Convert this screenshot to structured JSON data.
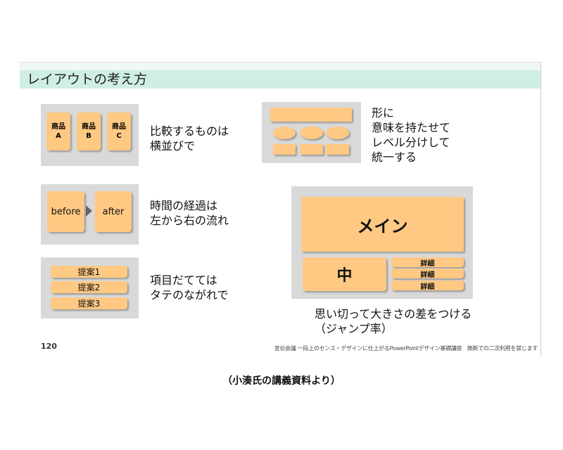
{
  "title": "レイアウトの考え方",
  "compare": {
    "cards": [
      "商品\nA",
      "商品\nB",
      "商品\nC"
    ],
    "text": [
      "比較するものは",
      "横並びで"
    ]
  },
  "shape": {
    "text": [
      "形に",
      "意味を持たせて",
      "レベル分けして",
      "統一する"
    ]
  },
  "time": {
    "before": "before",
    "after": "after",
    "text": [
      "時間の経過は",
      "左から右の流れ"
    ]
  },
  "items": {
    "pills": [
      "提案1",
      "提案2",
      "提案3"
    ],
    "text": [
      "項目だてては",
      "タテのながれで"
    ]
  },
  "jump": {
    "main": "メイン",
    "mid": "中",
    "details": [
      "詳細",
      "詳細",
      "詳細"
    ],
    "text": [
      "思い切って大きさの差をつける",
      "（ジャンプ率）"
    ]
  },
  "footer": {
    "page": "120",
    "credit": "宣伝会議 一段上のセンス・デザインに仕上がるPowerPointデザイン基礎講座　無断での二次利用を禁じます"
  },
  "caption": "（小湊氏の講義資料より）"
}
